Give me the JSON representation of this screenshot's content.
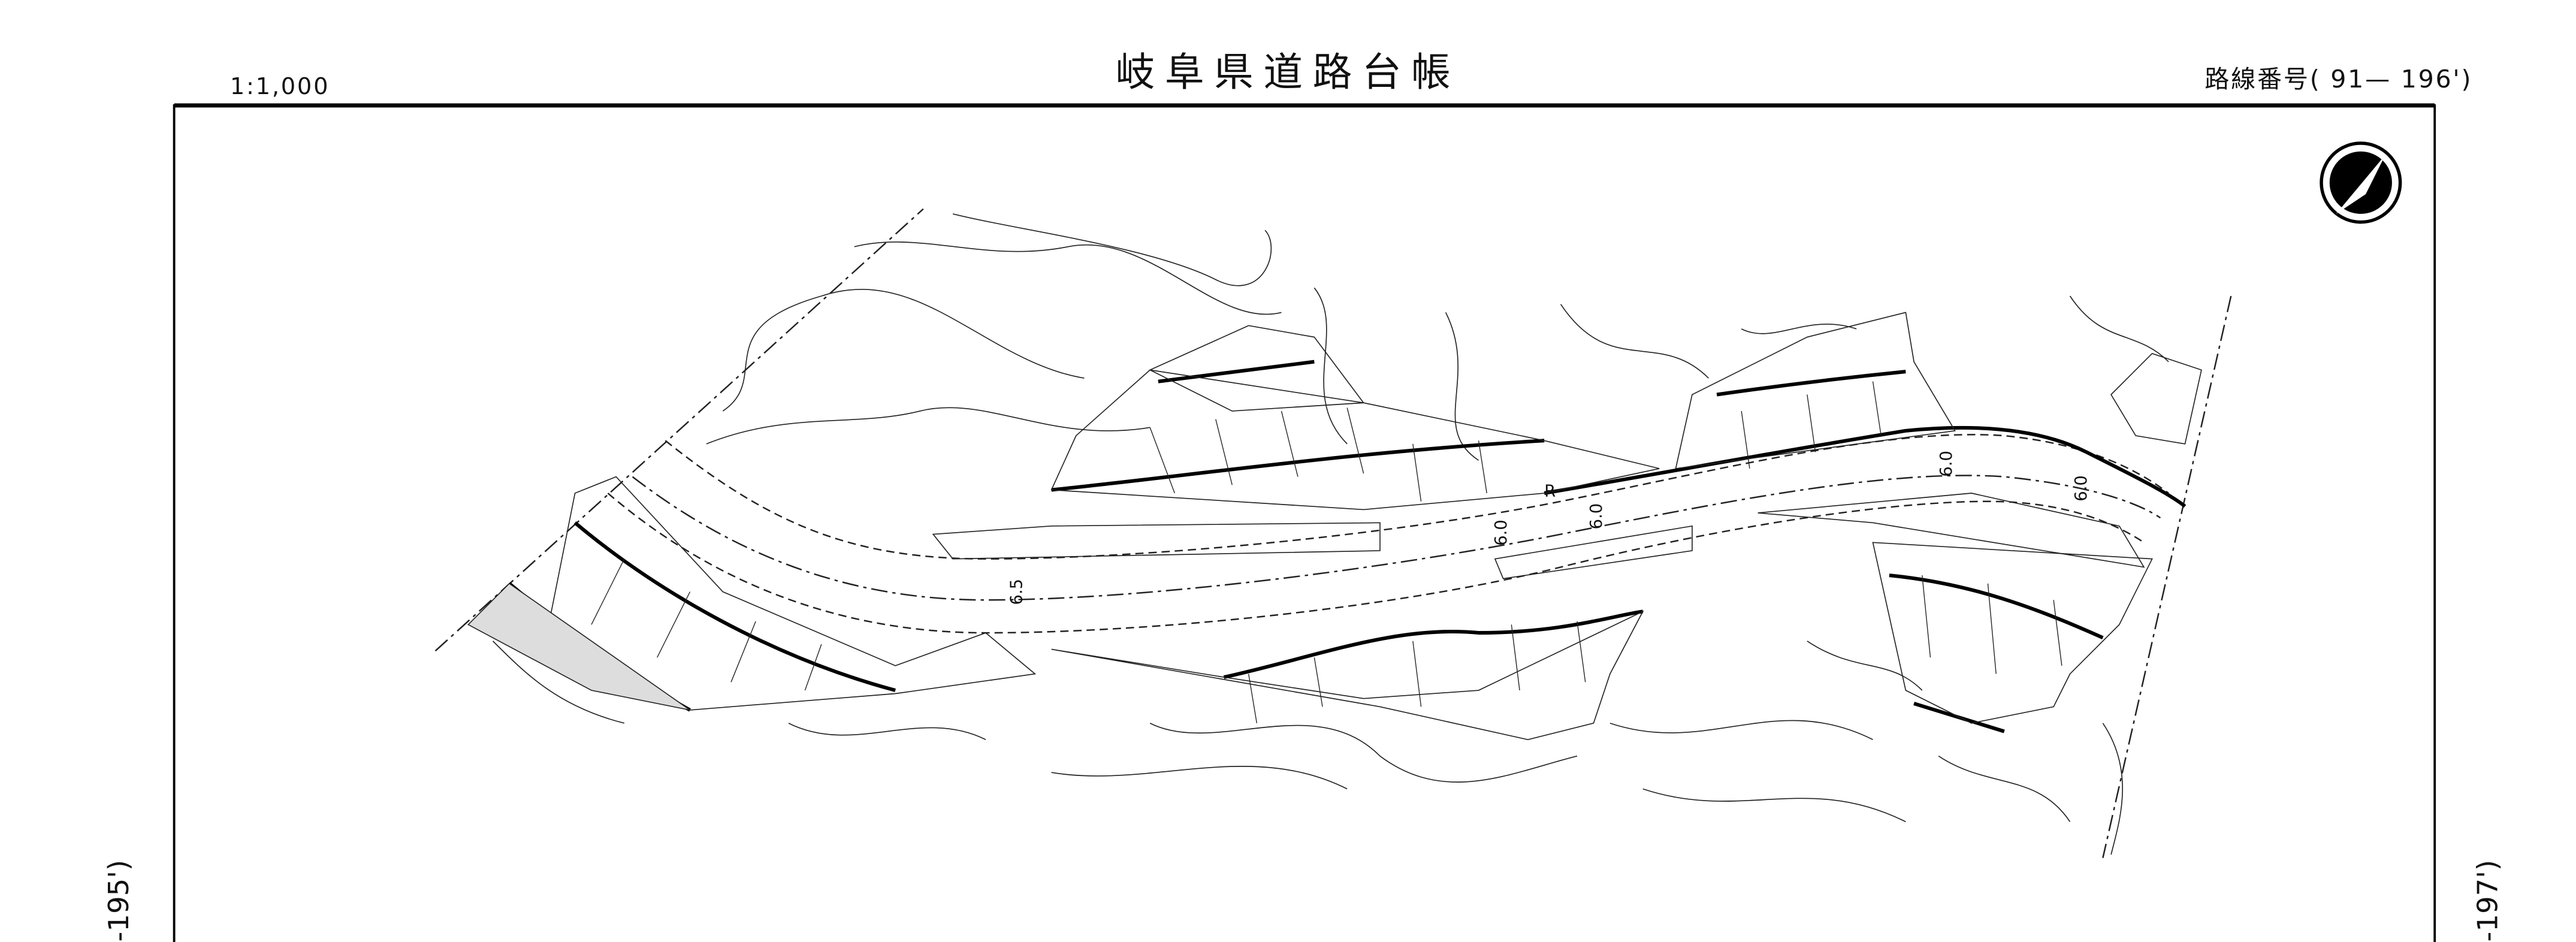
{
  "header": {
    "scale": "1:1,000",
    "title": "岐阜県道路台帳",
    "route_number": "路線番号(  91— 196')"
  },
  "side_labels": {
    "left": "-195')",
    "right": "-197')"
  },
  "map": {
    "width_labels": [
      "6.5",
      "6.0",
      "6.0",
      "6.0",
      "6.0"
    ],
    "curve_label": "R",
    "north_arrow_icon": "north-arrow-icon"
  }
}
